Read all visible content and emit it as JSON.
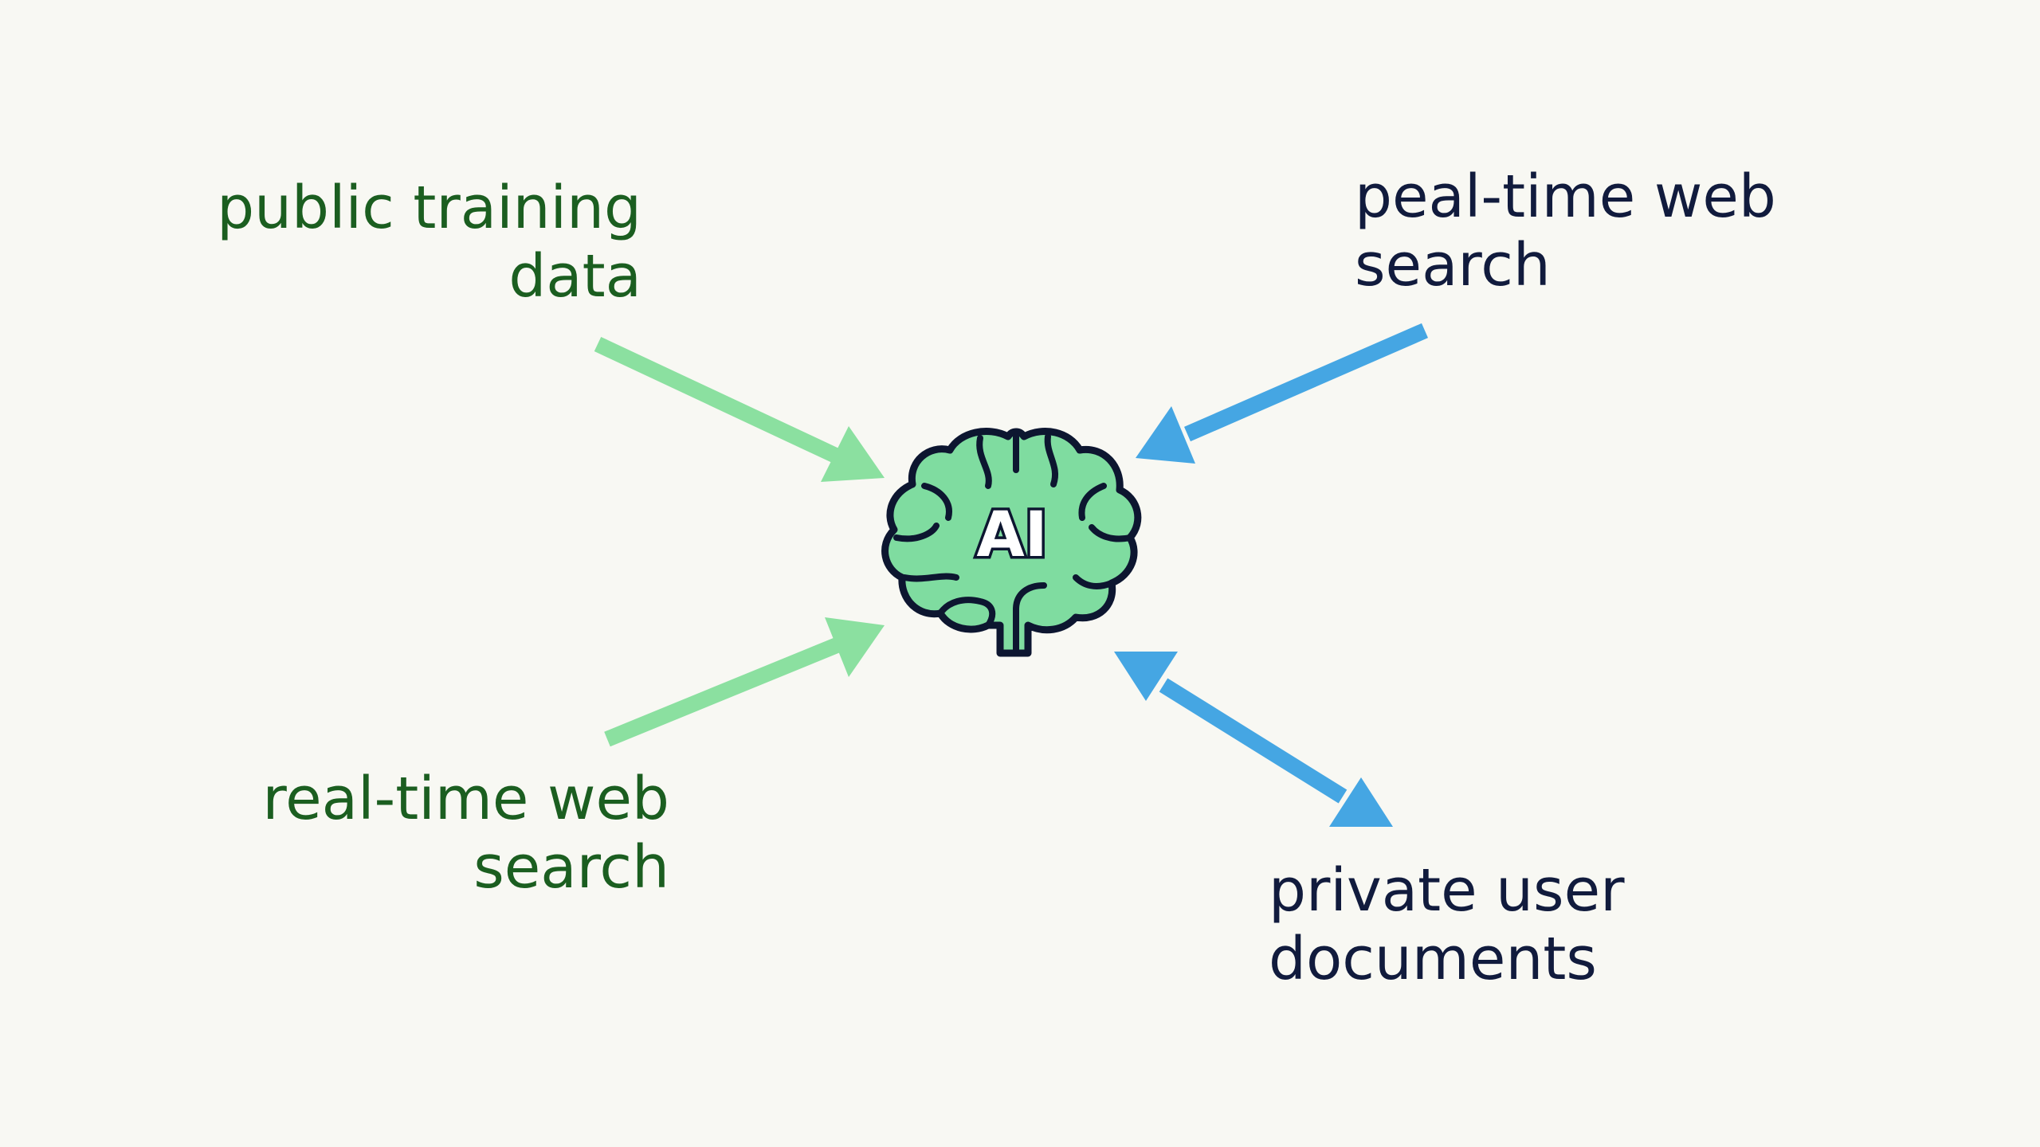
{
  "center": {
    "label": "AI",
    "icon": "brain-icon",
    "fill_color": "#7fdca0",
    "outline_color": "#0d1630"
  },
  "labels": {
    "top_left": [
      "public training",
      "data"
    ],
    "top_right": [
      "peal-time web",
      "search"
    ],
    "bottom_left": [
      "real-time web",
      "search"
    ],
    "bottom_right": [
      "private user",
      "documents"
    ]
  },
  "colors": {
    "green_arrow": "#8be0a0",
    "blue_arrow": "#45a6e3",
    "green_text": "#1b5e20",
    "navy_text": "#111b3d",
    "background": "#f8f8f3"
  }
}
